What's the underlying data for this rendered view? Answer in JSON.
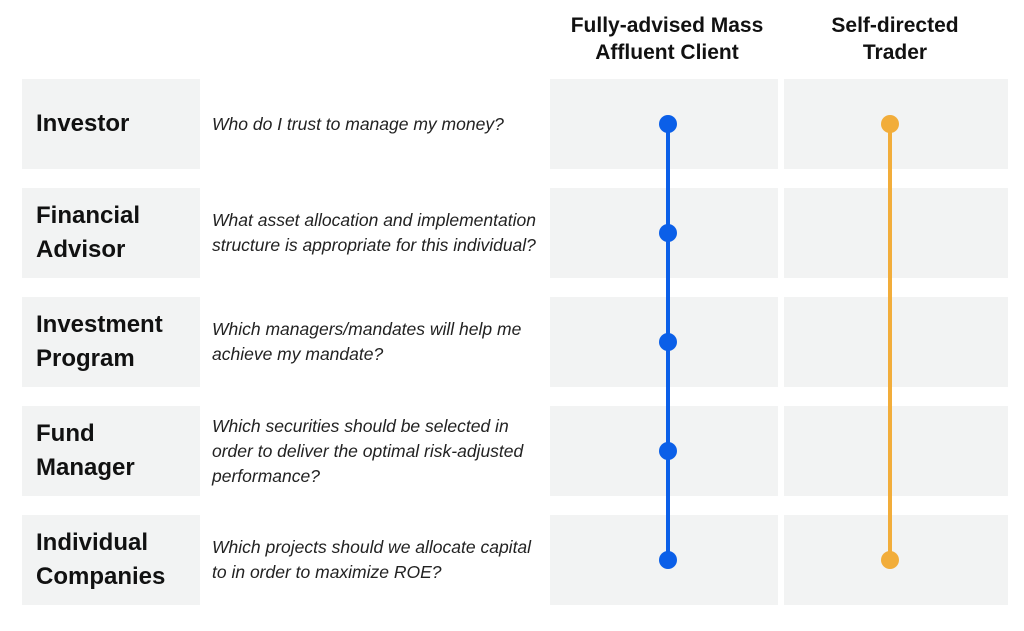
{
  "columns": [
    {
      "title_line1": "Fully-advised Mass",
      "title_line2": "Affluent Client",
      "color": "#0b5fe8"
    },
    {
      "title_line1": "Self-directed",
      "title_line2": "Trader",
      "color": "#f2ad3a"
    }
  ],
  "rows": [
    {
      "role_line1": "Investor",
      "role_line2": "",
      "question": "Who do I trust to manage my money?",
      "advised_dot": true,
      "trader_dot": true
    },
    {
      "role_line1": "Financial",
      "role_line2": "Advisor",
      "question": "What asset allocation and implementation structure is appropriate for this individual?",
      "advised_dot": true,
      "trader_dot": false
    },
    {
      "role_line1": "Investment",
      "role_line2": "Program",
      "question": "Which managers/mandates will help me achieve my mandate?",
      "advised_dot": true,
      "trader_dot": false
    },
    {
      "role_line1": "Fund",
      "role_line2": "Manager",
      "question": "Which securities should be selected in order to deliver the optimal risk-adjusted performance?",
      "advised_dot": true,
      "trader_dot": false
    },
    {
      "role_line1": "Individual",
      "role_line2": "Companies",
      "question": "Which projects should we allocate capital to in order to maximize ROE?",
      "advised_dot": true,
      "trader_dot": true
    }
  ]
}
